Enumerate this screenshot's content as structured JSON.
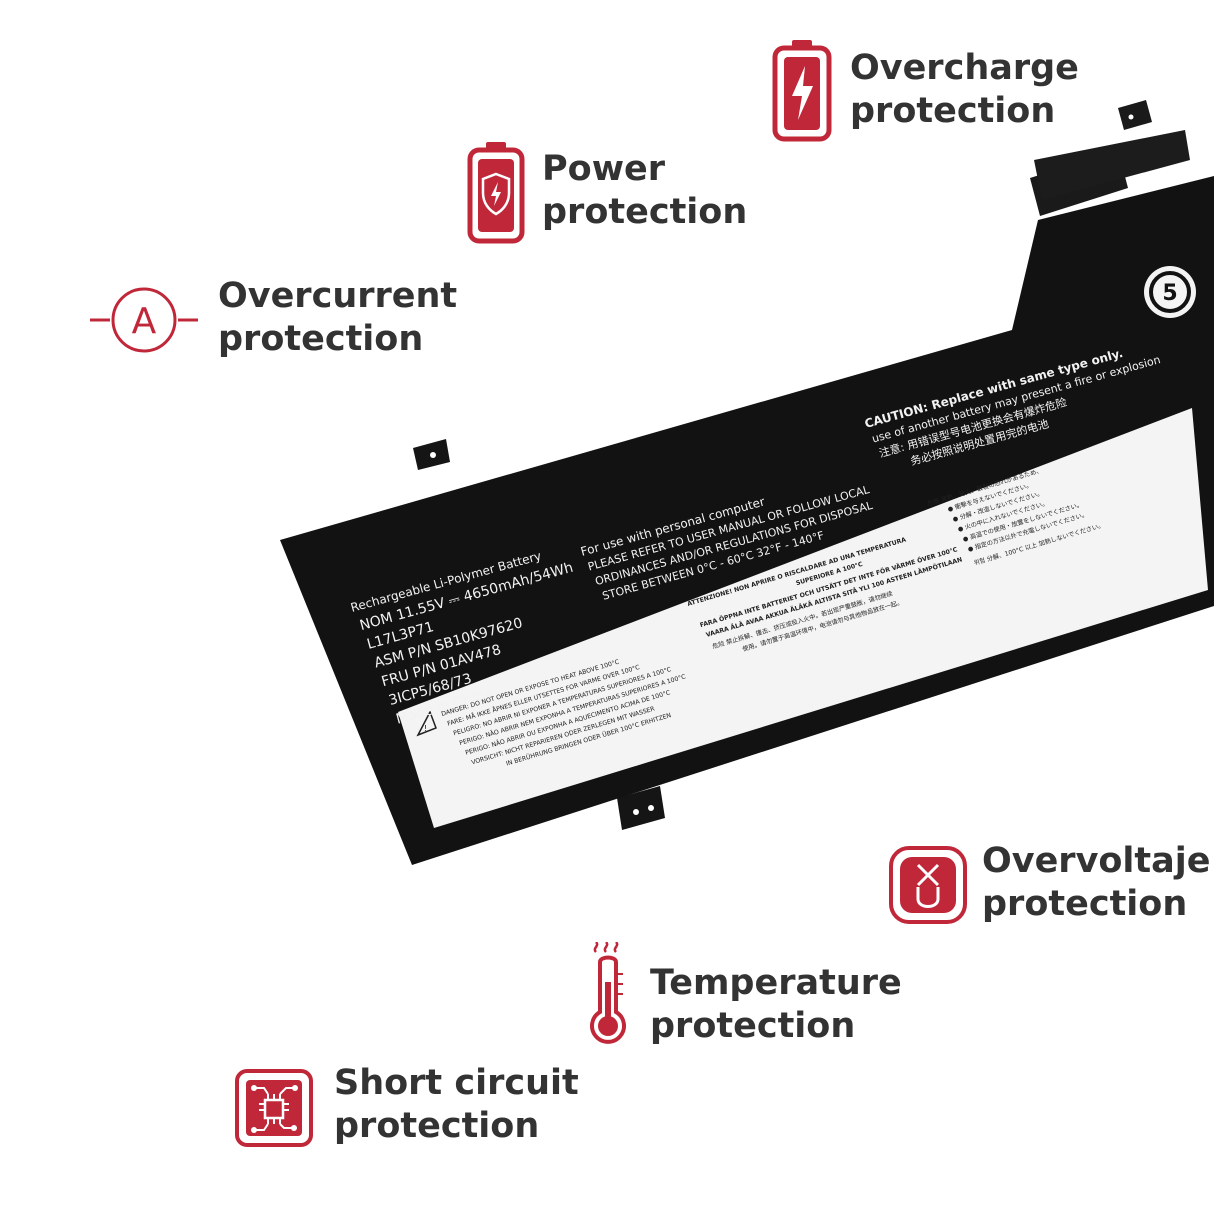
{
  "colors": {
    "accent": "#c0283a",
    "text": "#333333",
    "battery": "#121212",
    "label_white": "#f4f4f4"
  },
  "features": {
    "overcharge": {
      "line1": "Overcharge",
      "line2": "protection",
      "icon": "battery-charge-icon"
    },
    "power": {
      "line1": "Power",
      "line2": "protection",
      "icon": "battery-shield-icon"
    },
    "overcurrent": {
      "line1": "Overcurrent",
      "line2": "protection",
      "icon": "ampere-icon",
      "icon_letter": "A"
    },
    "overvoltage": {
      "line1": "Overvoltaje",
      "line2": "protection",
      "icon": "voltage-icon",
      "icon_letters": "XU"
    },
    "temperature": {
      "line1": "Temperature",
      "line2": "protection",
      "icon": "thermometer-icon"
    },
    "short_circuit": {
      "line1": "Short circuit",
      "line2": "protection",
      "icon": "circuit-chip-icon"
    }
  },
  "battery": {
    "spec_lines": [
      "Rechargeable Li-Polymer Battery",
      "NOM 11.55V ⎓ 4650mAh/54Wh",
      "L17L3P71",
      "ASM P/N  SB10K97620",
      "FRU P/N  01AV478",
      "3ICP5/68/73",
      "Made in China"
    ],
    "use_lines": [
      "For use with personal computer",
      "PLEASE REFER TO USER MANUAL OR FOLLOW LOCAL",
      "ORDINANCES AND/OR REGULATIONS FOR DISPOSAL",
      "STORE BETWEEN 0°C - 60°C  32°F - 140°F"
    ],
    "caution_lines": [
      "CAUTION: Replace with same type only.",
      "use of another battery may present a fire or explosion",
      "注意: 用错误型号电池更换会有爆炸危险",
      "务必按照说明处置用完的电池"
    ],
    "recycle_badge": "5",
    "danger_lines": [
      "DANGER: DO NOT OPEN OR EXPOSE TO HEAT ABOVE 100°C",
      "FARE: MÅ IKKE ÅPNES ELLER UTSETTES FOR VARME OVER 100°C",
      "PELIGRO: NO ABRIR NI EXPONER A TEMPERATURAS SUPERIORES A 100°C",
      "PERIGO: NÃO ABRIR NEM EXPONHA A TEMPERATURAS SUPERIORES A 100°C",
      "PERIGO: NÃO ABRIR OU EXPONHA A AQUECIMENTO ACIMA DE 100°C",
      "VORSICHT: NICHT REPARIEREN ODER ZERLEGEN MIT WASSER",
      "IN BERÜHRUNG BRINGEN ODER ÜBER 100°C ERHITZEN"
    ],
    "attenzione_lines": [
      "ATTENZIONE! NON APRIRE O RISCALDARE AD UNA TEMPERATURA",
      "SUPERIORE A 100°C",
      "FARA ÖPPNA INTE BATTERIET OCH UTSÄTT DET INTE FÖR VÄRME ÖVER 100°C",
      "VAARA ÄLÄ AVAA AKKUA ÄLÄKÄ ALTISTA SITÄ YLI 100 ASTEEN LÄMPÖTILAAN",
      "危险  禁止拆解、撞击、挤压或投入火中。若出现严重鼓胀，请勿继续",
      "使用。请勿置于高温环境中，电池请勿与其他物品放在一起。"
    ],
    "jp_lines": [
      "危険  発熱、発火、破裂の恐れがあるため、",
      "● 衝撃を与えないでください。",
      "● 分解・改造しないでください。",
      "● 火の中に入れないでください。",
      "● 高温での使用・放置をしないでください。",
      "● 指定の方法以外で充電しないでください。",
      "위험  分解、100°C 以上 加熱しないでください。"
    ]
  }
}
